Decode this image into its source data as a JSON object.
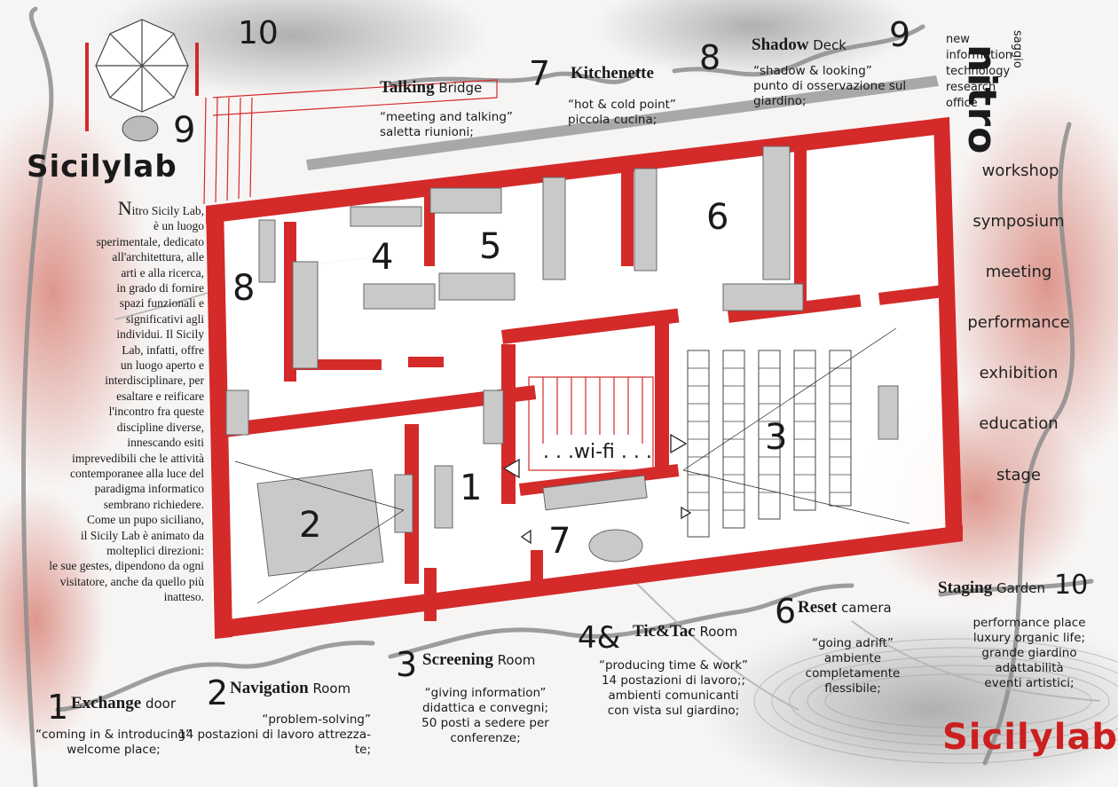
{
  "brand": {
    "logo": "Sicilylab",
    "nitro_mark": "nitro",
    "saggio_mark": "saggio",
    "info_lines": [
      "new",
      "information",
      "technology",
      "research",
      "office"
    ]
  },
  "intro": {
    "initial": "N",
    "lines": [
      "itro Sicily Lab,",
      "è un luogo",
      "sperimentale, dedicato",
      "all'architettura, alle",
      "arti e alla ricerca,",
      "in grado di fornire",
      "spazi funzionali e",
      "significativi agli",
      "individui. Il Sicily",
      "Lab, infatti, offre",
      "un luogo aperto e",
      "interdisciplinare, per",
      "esaltare e reificare",
      "l'incontro fra queste",
      "discipline diverse,",
      "innescando esiti",
      "imprevedibili che le attività",
      "contemporanee alla luce del",
      "paradigma informatico",
      "sembrano richiedere.",
      "Come un pupo siciliano,",
      "il Sicily Lab è animato da",
      "molteplici direzioni:",
      "le sue gestes, dipendono da ogni",
      "visitatore, anche da quello più",
      "inatteso."
    ]
  },
  "activities": [
    "workshop",
    "symposium",
    "meeting",
    "performance",
    "exhibition",
    "education",
    "stage"
  ],
  "plan_numbers": {
    "n1": "1",
    "n2": "2",
    "n3": "3",
    "n4": "4",
    "n5": "5",
    "n6": "6",
    "n7": "7",
    "n8": "8",
    "n9": "9",
    "n10": "10"
  },
  "wifi": ". . .wi-fi . . .",
  "rooms": {
    "exchange": {
      "num": "1",
      "bold": "Exchange",
      "rest": " door",
      "desc": [
        "“coming in & introducing”",
        "welcome place;"
      ]
    },
    "navigation": {
      "num": "2",
      "bold": "Navigation",
      "rest": " Room",
      "desc": [
        "“problem-solving”",
        "14 postazioni di lavoro attrezza-",
        "te;"
      ]
    },
    "screening": {
      "num": "3",
      "bold": "Screening",
      "rest": " Room",
      "desc": [
        "“giving information”",
        "didattica e convegni;",
        "50 posti a sedere per",
        "conferenze;"
      ]
    },
    "tictac": {
      "num": "4&",
      "bold": "Tic&Tac",
      "rest": " Room",
      "desc": [
        "“producing time & work”",
        "14 postazioni di lavoro;;",
        "ambienti comunicanti",
        "con vista sul giardino;"
      ]
    },
    "reset": {
      "num": "6",
      "bold": "Reset",
      "rest": " camera",
      "desc": [
        "“going adrift”",
        "ambiente",
        "completamente",
        "flessibile;"
      ]
    },
    "talking": {
      "num": "7",
      "bold": "Talking",
      "rest": " Bridge",
      "desc": [
        "“meeting and talking”",
        "saletta riunioni;"
      ]
    },
    "kitchenette": {
      "num": "8",
      "bold": "Kitchenette",
      "rest": "",
      "desc": [
        "“hot & cold point”",
        "piccola cucina;"
      ]
    },
    "shadow": {
      "num": "9",
      "bold": "Shadow",
      "rest": " Deck",
      "desc": [
        "“shadow & looking”",
        "punto di osservazione  sul",
        "giardino;"
      ]
    },
    "staging": {
      "num": "10",
      "bold": "Staging",
      "rest": " Garden",
      "desc": [
        "performance place",
        "luxury organic life;",
        "grande giardino",
        "adattabilità",
        "eventi artistici;"
      ]
    }
  },
  "colors": {
    "wall": "#d42a2a",
    "furniture": "#c9c9c9",
    "accent": "#cc1f1f",
    "text": "#1a1a1a"
  }
}
